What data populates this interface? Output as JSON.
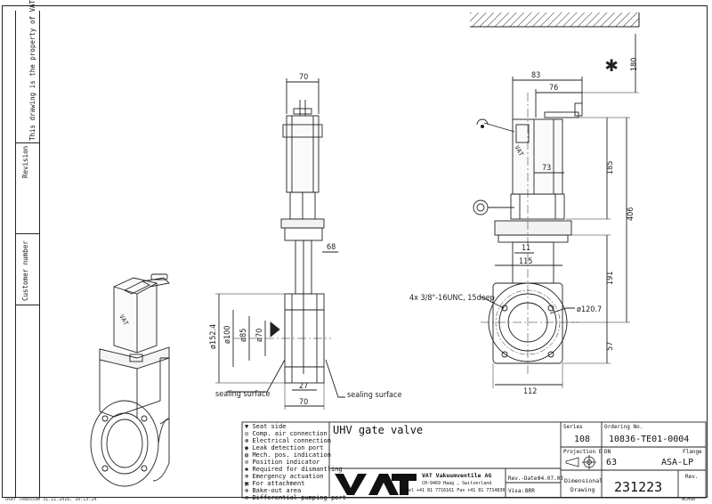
{
  "left_strip": {
    "property_notice": "This drawing is the property of VAT.",
    "revision_label": "Revision",
    "customer_number_label": "Customer number"
  },
  "drawing": {
    "front_view": {
      "dims": {
        "top_width": "70",
        "body_offset": "68",
        "flange_od": "ø152.4",
        "bore_d": "ø100",
        "inner_d1": "ø85",
        "inner_d2": "ø70",
        "seal_depth": "27",
        "bottom_width": "70"
      },
      "callouts": {
        "sealing_left": "sealing surface",
        "sealing_right": "sealing surface"
      }
    },
    "side_view": {
      "dims": {
        "d83": "83",
        "d76": "76",
        "d180": "180",
        "d73": "73",
        "d185": "185",
        "d406": "406",
        "d11": "11",
        "d115": "115",
        "d191": "191",
        "d57": "57",
        "d112": "112",
        "pcd": "ø120.7"
      },
      "callouts": {
        "thread": "4x 3/8\"-16UNC, 15deep"
      }
    }
  },
  "legend": {
    "items": [
      {
        "icon": "seat-side-icon",
        "symbol": "▼",
        "label": "Seat side"
      },
      {
        "icon": "compressed-air-icon",
        "symbol": "◎",
        "label": "Comp. air connection"
      },
      {
        "icon": "electrical-connection-icon",
        "symbol": "⊛",
        "label": "Electrical connection"
      },
      {
        "icon": "leak-detection-icon",
        "symbol": "◉",
        "label": "Leak detection port"
      },
      {
        "icon": "position-indication-icon",
        "symbol": "◍",
        "label": "Mech. pos. indication"
      },
      {
        "icon": "position-indicator-icon",
        "symbol": "⊙",
        "label": "Position indicator"
      },
      {
        "icon": "dismantling-icon",
        "symbol": "✱",
        "label": "Required for dismantling"
      },
      {
        "icon": "emergency-actuation-icon",
        "symbol": "⊕",
        "label": "Emergency actuation"
      },
      {
        "icon": "attachment-icon",
        "symbol": "▣",
        "label": "For attachment"
      },
      {
        "icon": "bakeout-icon",
        "symbol": "⊗",
        "label": "Bake-out area"
      },
      {
        "icon": "pumping-port-icon",
        "symbol": "⊘",
        "label": "Differential pumping port"
      }
    ]
  },
  "title_block": {
    "title": "UHV gate valve",
    "company": "VAT Vakuumventile AG",
    "address": "CH-9469 Haag , Switzerland",
    "contact": "Tel +41 81 7716161 Fax +41 81 7714830",
    "rev_date_label": "Rev.-Date:",
    "rev_date": "04.07.03",
    "visa_label": "Visa:",
    "visa": "BRR",
    "series_label": "Series",
    "series": "108",
    "ordering_label": "Ordering No.",
    "ordering_no": "10836-TE01-0004",
    "projection_label": "Projection E",
    "dn_label": "DN",
    "dn": "63",
    "flange_label": "Flange",
    "flange": "ASA-LP",
    "dimensional_label_1": "Dimensional",
    "dimensional_label_2": "Drawing",
    "drawing_no": "231223",
    "rev_label": "Rev."
  },
  "footer": {
    "left_text": "user 7080559M 31.11.2016, 10:13:24",
    "right_text": "WCMSA"
  }
}
